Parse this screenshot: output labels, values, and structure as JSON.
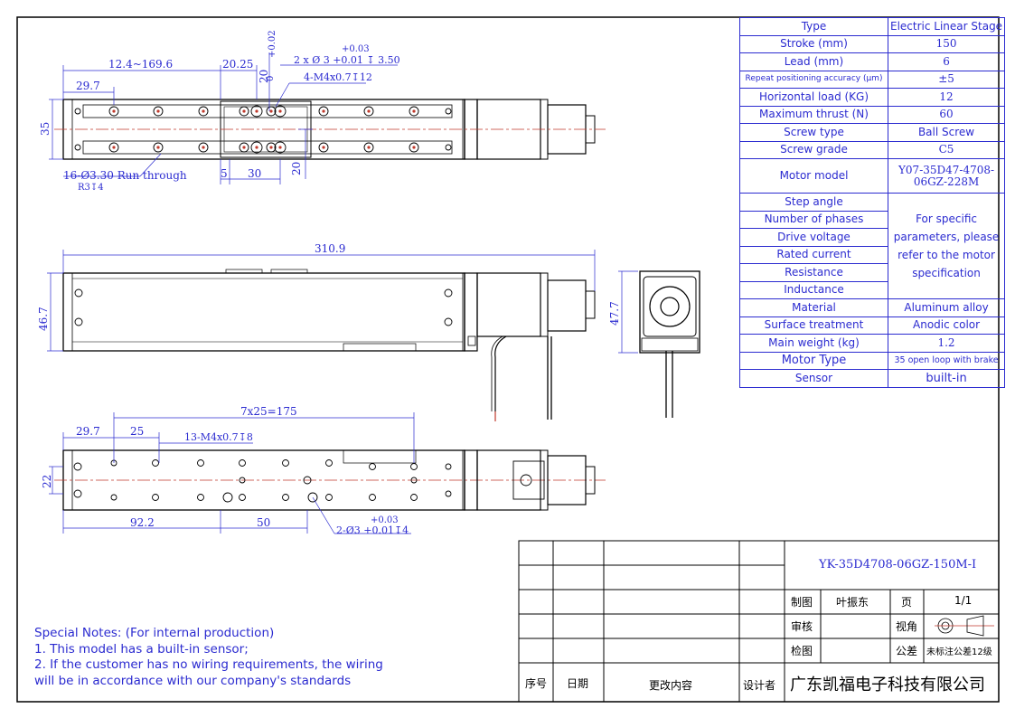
{
  "title_block": {
    "drawing_number": "YK-35D4708-06GZ-150M-I",
    "drawn_label": "制图",
    "drawn_by": "叶振东",
    "page_label": "页",
    "page_value": "1/1",
    "review_label": "审核",
    "view_label": "视角",
    "check_label": "检图",
    "tolerance_label": "公差",
    "tolerance_value": "未标注公差12级",
    "seq_label": "序号",
    "date_label": "日期",
    "change_label": "更改内容",
    "designer_label": "设计者",
    "company": "广东凯福电子科技有限公司"
  },
  "spec": {
    "type_label": "Type",
    "type_value": "Electric Linear Stage",
    "stroke_label": "Stroke (mm)",
    "stroke_value": "150",
    "lead_label": "Lead (mm)",
    "lead_value": "6",
    "repeat_label": "Repeat positioning accuracy (μm)",
    "repeat_value": "±5",
    "hload_label": "Horizontal load (KG)",
    "hload_value": "12",
    "thrust_label": "Maximum thrust (N)",
    "thrust_value": "60",
    "screw_type_label": "Screw type",
    "screw_type_value": "Ball Screw",
    "screw_grade_label": "Screw grade",
    "screw_grade_value": "C5",
    "motor_model_label": "Motor model",
    "motor_model_value": "Y07-35D47-4708-06GZ-228M",
    "step_angle_label": "Step angle",
    "phases_label": "Number of phases",
    "voltage_label": "Drive voltage",
    "current_label": "Rated current",
    "resistance_label": "Resistance",
    "inductance_label": "Inductance",
    "motor_params_note": "For specific parameters, please refer to the motor specification",
    "material_label": "Material",
    "material_value": "Aluminum alloy",
    "surface_label": "Surface treatment",
    "surface_value": "Anodic color",
    "weight_label": "Main weight (kg)",
    "weight_value": "1.2",
    "motor_type_label": "Motor Type",
    "motor_type_value": "35 open loop with brake",
    "sensor_label": "Sensor",
    "sensor_value": "built-in"
  },
  "notes": {
    "title": "Special Notes: (For internal production)",
    "line1": "1. This model has a built-in sensor;",
    "line2": "2. If the customer has no wiring requirements, the wiring",
    "line3": "will be in accordance with our company's standards"
  },
  "dims": {
    "top_range": "12.4~169.6",
    "top_20_25": "20.25",
    "top_tol_02": "+0.02",
    "top_tol_0": "0",
    "top_20_vert": "20",
    "top_tol_03": "+0.03",
    "top_hole_spec": "2 x Ø 3 +0.01 ↧ 3.50",
    "top_m4": "4-M4x0.7↧12",
    "top_29_7": "29.7",
    "top_35": "35",
    "top_16_holes": "16-Ø3.30 Run through",
    "top_r3": "R3↧4",
    "top_5": "5",
    "top_30": "30",
    "top_20_right": "20",
    "side_310_9": "310.9",
    "side_46_7": "46.7",
    "side_47_7": "47.7",
    "bot_7x25": "7x25=175",
    "bot_29_7": "29.7",
    "bot_25": "25",
    "bot_13_m4": "13-M4x0.7↧8",
    "bot_22": "22",
    "bot_92_2": "92.2",
    "bot_50": "50",
    "bot_tol_03": "+0.03",
    "bot_2_holes": "2-Ø3 +0.01↧4"
  }
}
